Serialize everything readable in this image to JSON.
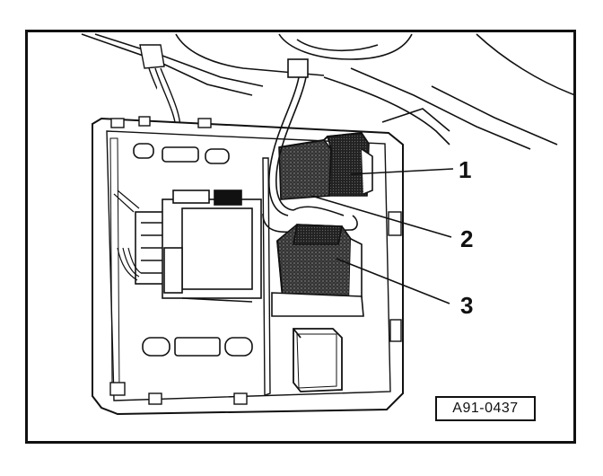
{
  "figure": {
    "reference_code": "A91-0437",
    "callouts": [
      {
        "label": "1"
      },
      {
        "label": "2"
      },
      {
        "label": "3"
      }
    ]
  }
}
